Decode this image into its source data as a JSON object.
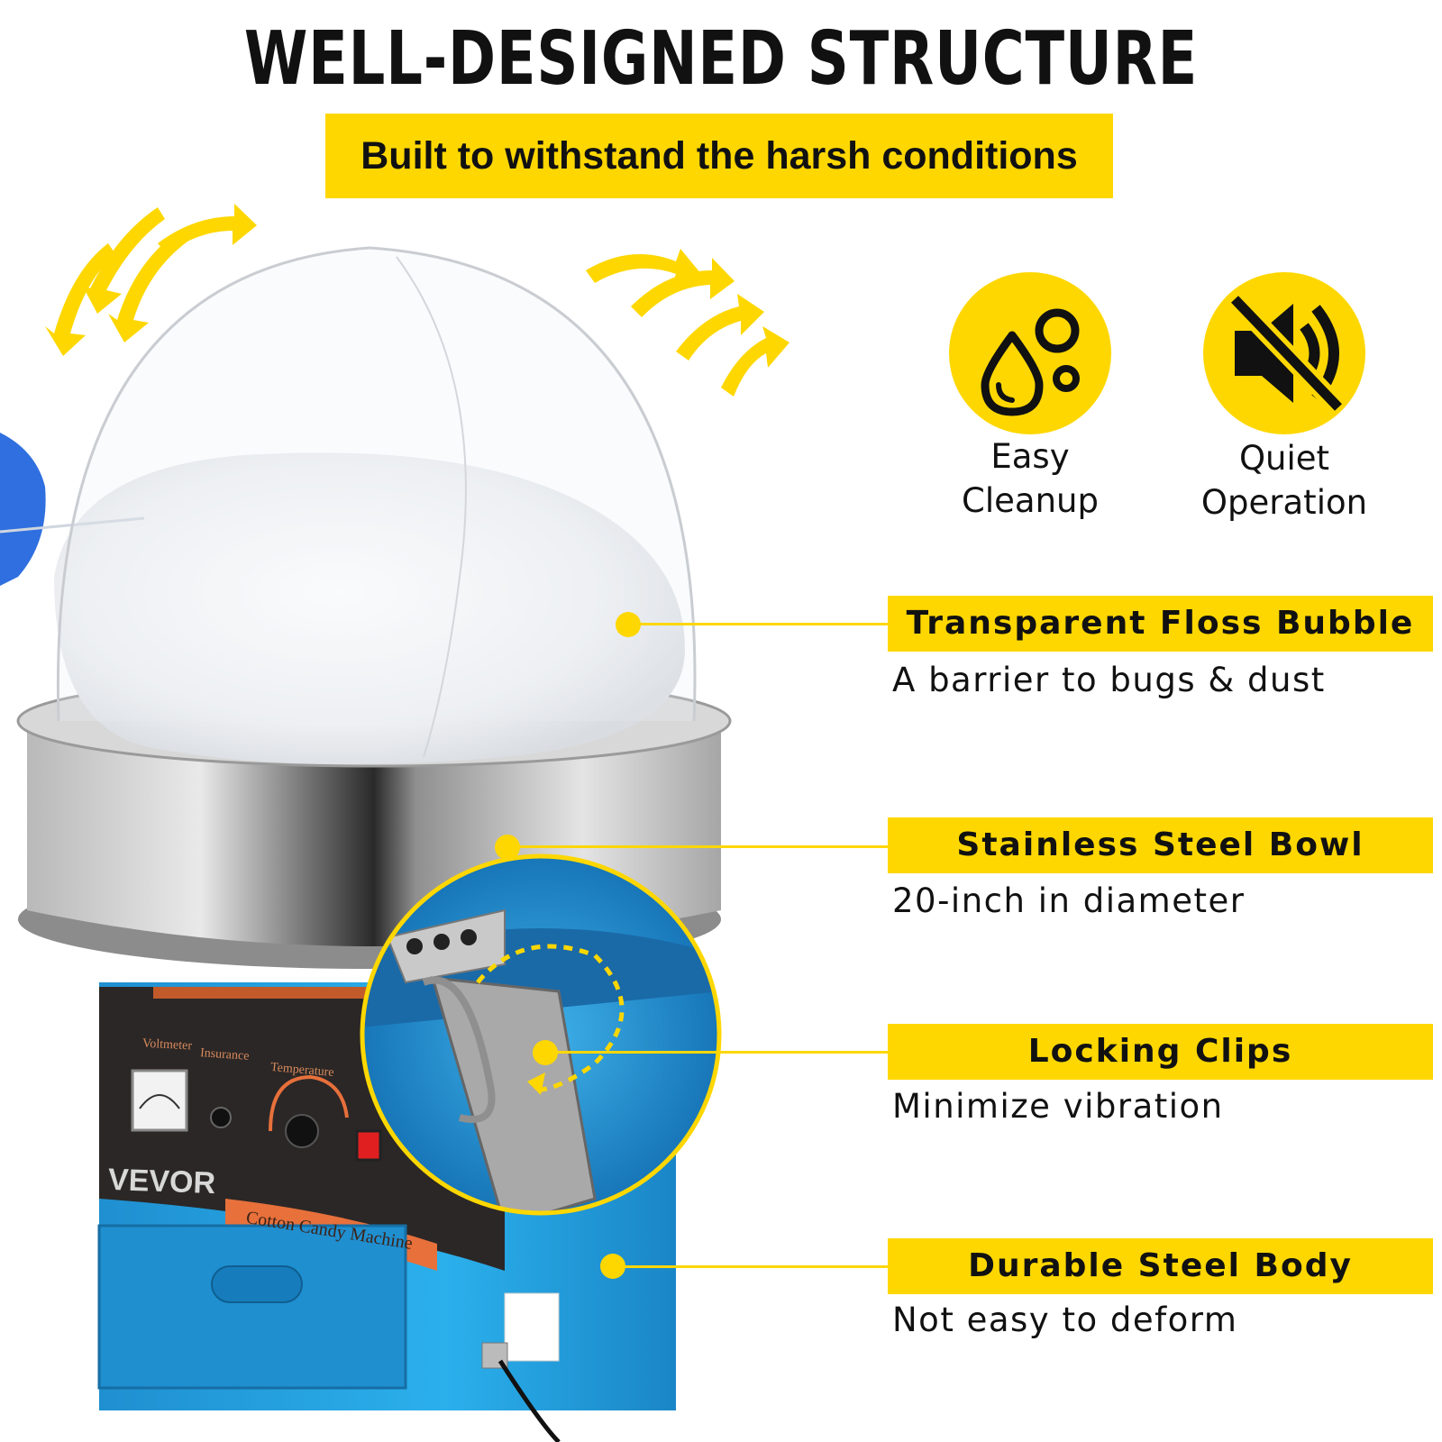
{
  "header": {
    "title": "WELL-DESIGNED STRUCTURE",
    "subtitle": "Built to withstand the harsh conditions"
  },
  "badges": [
    {
      "icon": "water-drops-icon",
      "line1": "Easy",
      "line2": "Cleanup"
    },
    {
      "icon": "muted-speaker-icon",
      "line1": "Quiet",
      "line2": "Operation"
    }
  ],
  "features": [
    {
      "title": "Transparent Floss Bubble",
      "desc": "A barrier to bugs & dust"
    },
    {
      "title": "Stainless Steel Bowl",
      "desc": "20-inch in diameter"
    },
    {
      "title": "Locking Clips",
      "desc": "Minimize vibration"
    },
    {
      "title": "Durable Steel Body",
      "desc": "Not easy to deform"
    }
  ],
  "machine": {
    "brand": "VEVOR",
    "panel_label": "Cotton Candy Machine",
    "voltmeter_label": "Voltmeter",
    "insurance_label": "Insurance",
    "temperature_label": "Temperature"
  },
  "colors": {
    "accent": "#fed700",
    "body_blue": "#2aa9e6",
    "panel_dark": "#2b2726",
    "text": "#111111"
  }
}
